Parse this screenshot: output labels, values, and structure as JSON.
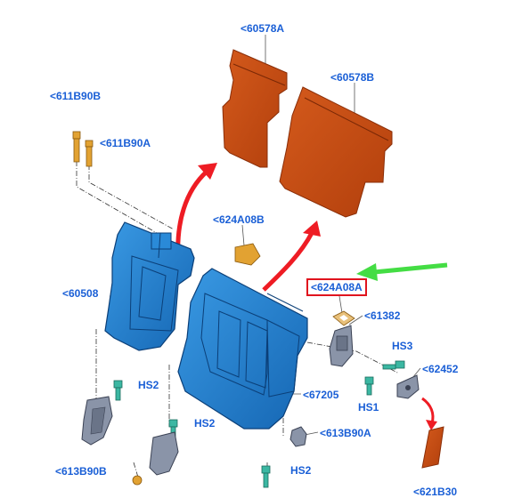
{
  "colors": {
    "label": "#1a5fd6",
    "panel_blue": "#1f7fd0",
    "panel_orange": "#c24a12",
    "part_gold": "#e2a232",
    "part_teal": "#3bb7a2",
    "arrow_red": "#ee1c24",
    "arrow_green": "#44dd44",
    "highlight_box": "#e0141e"
  },
  "callouts": {
    "c60578A": "<60578A",
    "c60578B": "<60578B",
    "c611B90B": "<611B90B",
    "c611B90A": "<611B90A",
    "c624A08B": "<624A08B",
    "c60508": "<60508",
    "c624A08A": "<624A08A",
    "c61382": "<61382",
    "hs3": "HS3",
    "c62452": "<62452",
    "hs2_left": "HS2",
    "hs1": "HS1",
    "c67205": "<67205",
    "hs2_mid": "HS2",
    "c613B90A": "<613B90A",
    "c613B90B": "<613B90B",
    "hs2_bottom": "HS2",
    "c621B30": "<621B30"
  }
}
